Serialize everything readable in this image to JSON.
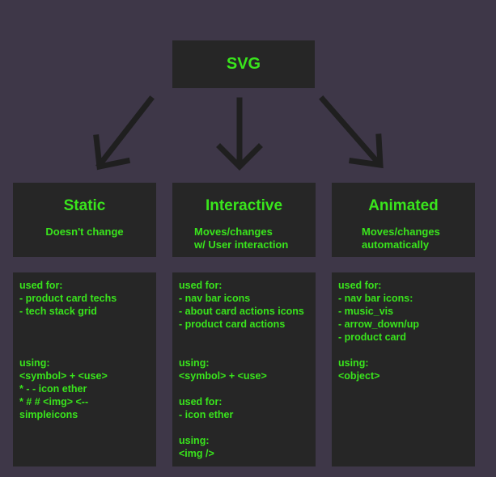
{
  "root": {
    "label": "SVG"
  },
  "columns": [
    {
      "title": "Static",
      "subtitle": "Doesn't change",
      "details": [
        [
          "used for:",
          "- product card techs",
          "- tech stack grid"
        ],
        [
          "using:",
          "<symbol> + <use>",
          "* - - icon ether",
          "* # # <img> <--",
          "simpleicons"
        ]
      ]
    },
    {
      "title": "Interactive",
      "subtitle": "Moves/changes\nw/ User interaction",
      "details": [
        [
          "used for:",
          "- nav bar icons",
          "- about card actions icons",
          "- product card actions"
        ],
        [
          "using:",
          "<symbol> + <use>"
        ],
        [
          "used for:",
          "- icon ether"
        ],
        [
          "using:",
          "<img />"
        ]
      ]
    },
    {
      "title": "Animated",
      "subtitle": "Moves/changes\nautomatically",
      "details": [
        [
          "used for:",
          "- nav bar icons:",
          "- music_vis",
          "- arrow_down/up",
          "- product card"
        ],
        [
          "using:",
          "<object>"
        ]
      ]
    }
  ],
  "colors": {
    "background": "#3e3748",
    "box": "#262626",
    "text": "#39e51c",
    "arrow": "#1f1f1f"
  }
}
